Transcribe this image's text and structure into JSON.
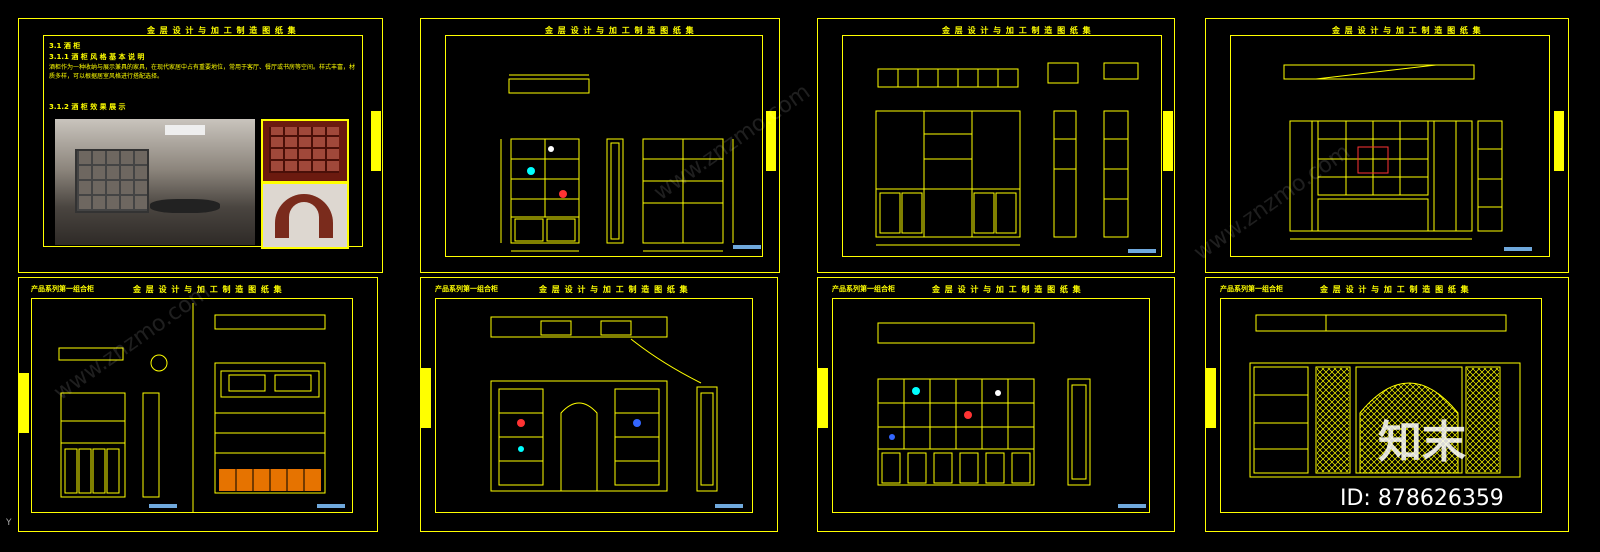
{
  "sheets": [
    {
      "title": "金 层 设 计 与 加 工 制 造 图 纸 集",
      "section": "3.1  酒 柜",
      "sub1": "3.1.1  酒 柜 风 格 基 本 说 明",
      "sub2": "3.1.2  酒 柜 效 果 展 示",
      "body": "酒柜作为一种收纳与展示兼具的家具，在现代家居中占有重要地位，常用于客厅、餐厅或书房等空间。样式丰富，材质多样，可以根据居室风格进行搭配选择。"
    },
    {
      "title": "金 层 设 计 与 加 工 制 造 图 纸 集"
    },
    {
      "title": "金 层 设 计 与 加 工 制 造 图 纸 集"
    },
    {
      "title": "金 层 设 计 与 加 工 制 造 图 纸 集"
    },
    {
      "title": "金 层 设 计 与 加 工 制 造 图 纸 集",
      "label": "产品系列第一组合柜"
    },
    {
      "title": "金 层 设 计 与 加 工 制 造 图 纸 集",
      "label": "产品系列第一组合柜"
    },
    {
      "title": "金 层 设 计 与 加 工 制 造 图 纸 集",
      "label": "产品系列第一组合柜"
    },
    {
      "title": "金 层 设 计 与 加 工 制 造 图 纸 集",
      "label": "产品系列第一组合柜"
    }
  ],
  "watermark": {
    "logo": "知末",
    "id": "ID: 878626359"
  },
  "axis_label": "Y",
  "colors": {
    "line": "#ffff00",
    "background": "#000000",
    "stamp": "#6fa8dc"
  }
}
